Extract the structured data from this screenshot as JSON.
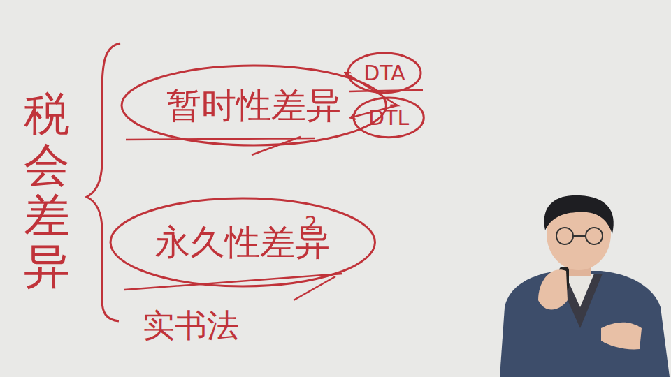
{
  "diagram": {
    "nodes": [
      {
        "text": [
          "暂时性差异"
        ]
      },
      {
        "text": [
          "DTA"
        ]
      },
      {
        "text": [
          "DTL"
        ]
      },
      {
        "text": [
          "永久性差异"
        ]
      }
    ],
    "edges": [
      {
        "from": 0,
        "to": 1,
        "arrow": "to"
      },
      {
        "from": 0,
        "to": 2,
        "arrow": "to"
      }
    ],
    "labels": [
      "税会差异",
      "2",
      "实书法"
    ]
  }
}
